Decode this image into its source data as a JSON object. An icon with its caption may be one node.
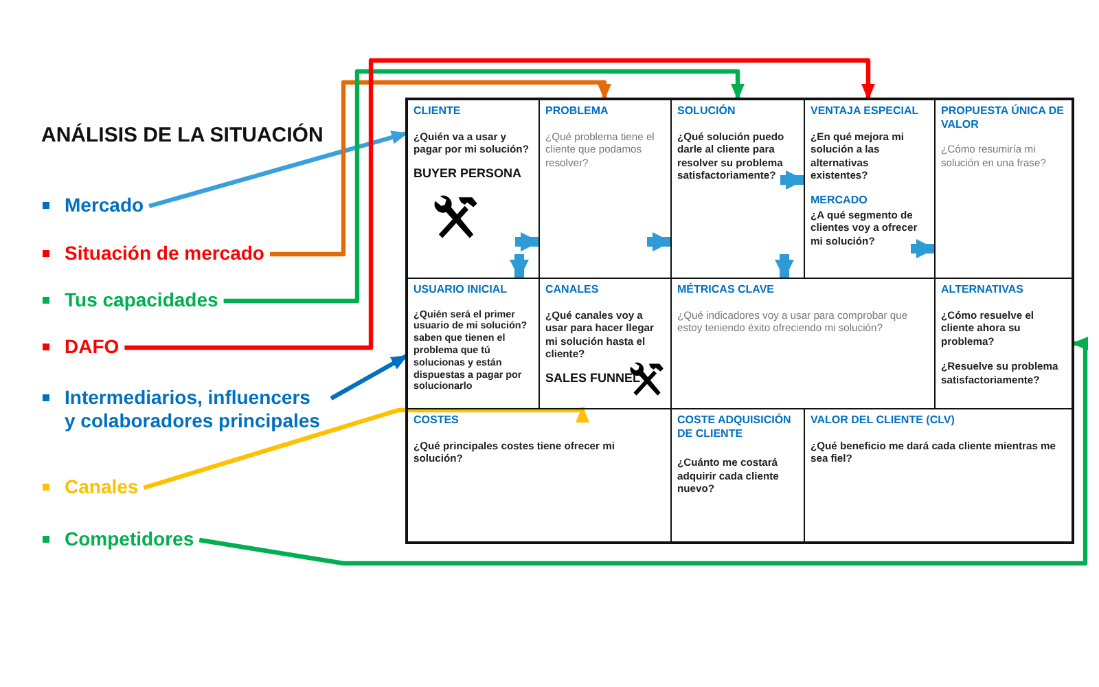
{
  "diagram": {
    "title": "ANÁLISIS DE LA SITUACIÓN",
    "nodes": [
      {
        "text": [
          "Mercado"
        ]
      },
      {
        "text": [
          "Situación de mercado"
        ]
      },
      {
        "text": [
          "Tus capacidades"
        ]
      },
      {
        "text": [
          "DAFO"
        ]
      },
      {
        "text": [
          "Intermediarios, influencers y colaboradores principales"
        ]
      },
      {
        "text": [
          "Canales"
        ]
      },
      {
        "text": [
          "Competidores"
        ]
      },
      {
        "text": [
          "CLIENTE",
          "¿Quién va a usar y pagar por mi solución?",
          "BUYER PERSONA"
        ]
      },
      {
        "text": [
          "PROBLEMA",
          "¿Qué problema tiene el cliente que podamos resolver?"
        ]
      },
      {
        "text": [
          "SOLUCIÓN",
          "¿Qué solución puedo darle al cliente para resolver su problema satisfactoriamente?"
        ]
      },
      {
        "text": [
          "VENTAJA ESPECIAL",
          "¿En qué mejora mi solución a las alternativas existentes?",
          "MERCADO",
          "¿A qué segmento de clientes voy a ofrecer mi solución?"
        ]
      },
      {
        "text": [
          "PROPUESTA ÚNICA DE VALOR",
          "¿Cómo resumiría mi solución en una frase?"
        ]
      },
      {
        "text": [
          "USUARIO INICIAL",
          "¿Quién será el primer usuario de mi solución? saben que tienen el problema que tú solucionas y están dispuestas a pagar por solucionarlo"
        ]
      },
      {
        "text": [
          "CANALES",
          "¿Qué canales voy a usar para hacer llegar mi solución hasta el cliente?",
          "SALES FUNNEL"
        ]
      },
      {
        "text": [
          "MÉTRICAS CLAVE",
          "¿Qué indicadores voy a usar para comprobar que estoy teniendo éxito ofreciendo mi solución?"
        ]
      },
      {
        "text": [
          "ALTERNATIVAS",
          "¿Cómo resuelve el cliente ahora su problema?",
          "¿Resuelve su problema satisfactoriamente?"
        ]
      },
      {
        "text": [
          "COSTES",
          "¿Qué principales costes tiene ofrecer mi solución?"
        ]
      },
      {
        "text": [
          "COSTE ADQUISICIÓN DE CLIENTE",
          "¿Cuánto me costará adquirir cada cliente nuevo?"
        ]
      },
      {
        "text": [
          "VALOR DEL CLIENTE (CLV)",
          "¿Qué beneficio me dará cada cliente mientras  me sea fiel?"
        ]
      }
    ],
    "edges": [
      {
        "from": 0,
        "to": 7,
        "arrow": "to",
        "color": "#3aa0dc"
      },
      {
        "from": 1,
        "to": 8,
        "arrow": "to",
        "color": "#e36c0a"
      },
      {
        "from": 2,
        "to": 9,
        "arrow": "to",
        "color": "#00b050"
      },
      {
        "from": 3,
        "to": 10,
        "arrow": "to",
        "color": "#ff0000"
      },
      {
        "from": 4,
        "to": 12,
        "arrow": "to",
        "color": "#0070c0"
      },
      {
        "from": 5,
        "to": 13,
        "arrow": "to",
        "color": "#ffc000"
      },
      {
        "from": 6,
        "to": 15,
        "arrow": "to",
        "color": "#00b050"
      },
      {
        "from": 7,
        "to": 8,
        "arrow": "to",
        "style": "thick",
        "color": "#2e9bd6"
      },
      {
        "from": 8,
        "to": 9,
        "arrow": "to",
        "style": "thick",
        "color": "#2e9bd6"
      },
      {
        "from": 9,
        "to": 10,
        "arrow": "to",
        "style": "thick",
        "color": "#2e9bd6"
      },
      {
        "from": 10,
        "to": 11,
        "arrow": "to",
        "style": "thick",
        "color": "#2e9bd6"
      },
      {
        "from": 7,
        "to": 12,
        "arrow": "to",
        "style": "thick",
        "color": "#2e9bd6"
      },
      {
        "from": 9,
        "to": 14,
        "arrow": "to",
        "style": "thick",
        "color": "#2e9bd6"
      }
    ]
  }
}
